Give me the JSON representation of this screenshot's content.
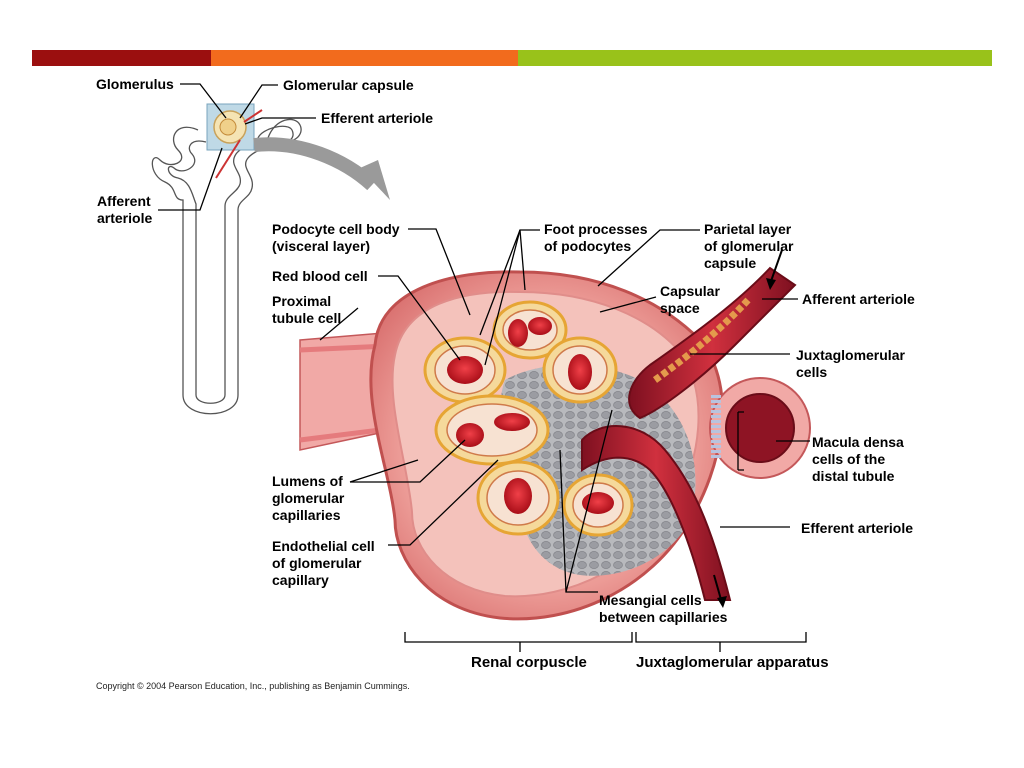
{
  "colors": {
    "bar_red": "#9b0f0f",
    "bar_orange": "#f26b1d",
    "bar_green": "#99c21a",
    "tissue_pink": "#e98a8a",
    "tissue_light": "#f3b3ad",
    "vessel_red": "#b52030",
    "rbc_red": "#d31c26",
    "mesangial_gray": "#a7a8ad",
    "podocyte_yellow": "#f0c04a"
  },
  "labels": {
    "glomerulus": "Glomerulus",
    "glomerular_capsule": "Glomerular capsule",
    "efferent_arteriole_top": "Efferent arteriole",
    "afferent_arteriole_left_1": "Afferent",
    "afferent_arteriole_left_2": "arteriole",
    "podocyte_1": "Podocyte cell body",
    "podocyte_2": "(visceral layer)",
    "foot_1": "Foot processes",
    "foot_2": "of podocytes",
    "parietal_1": "Parietal layer",
    "parietal_2": "of glomerular",
    "parietal_3": "capsule",
    "red_blood_cell": "Red blood cell",
    "capsular_1": "Capsular",
    "capsular_2": "space",
    "afferent_arteriole_right": "Afferent arteriole",
    "proximal_1": "Proximal",
    "proximal_2": "tubule cell",
    "jg_1": "Juxtaglomerular",
    "jg_2": "cells",
    "macula_1": "Macula densa",
    "macula_2": "cells of the",
    "macula_3": "distal tubule",
    "lumens_1": "Lumens of",
    "lumens_2": "glomerular",
    "lumens_3": "capillaries",
    "efferent_arteriole_right": "Efferent arteriole",
    "endothelial_1": "Endothelial cell",
    "endothelial_2": "of glomerular",
    "endothelial_3": "capillary",
    "mesangial_1": "Mesangial cells",
    "mesangial_2": "between capillaries",
    "renal_corpuscle": "Renal corpuscle",
    "jg_apparatus": "Juxtaglomerular apparatus"
  },
  "copyright": "Copyright © 2004 Pearson Education, Inc., publishing as Benjamin Cummings."
}
